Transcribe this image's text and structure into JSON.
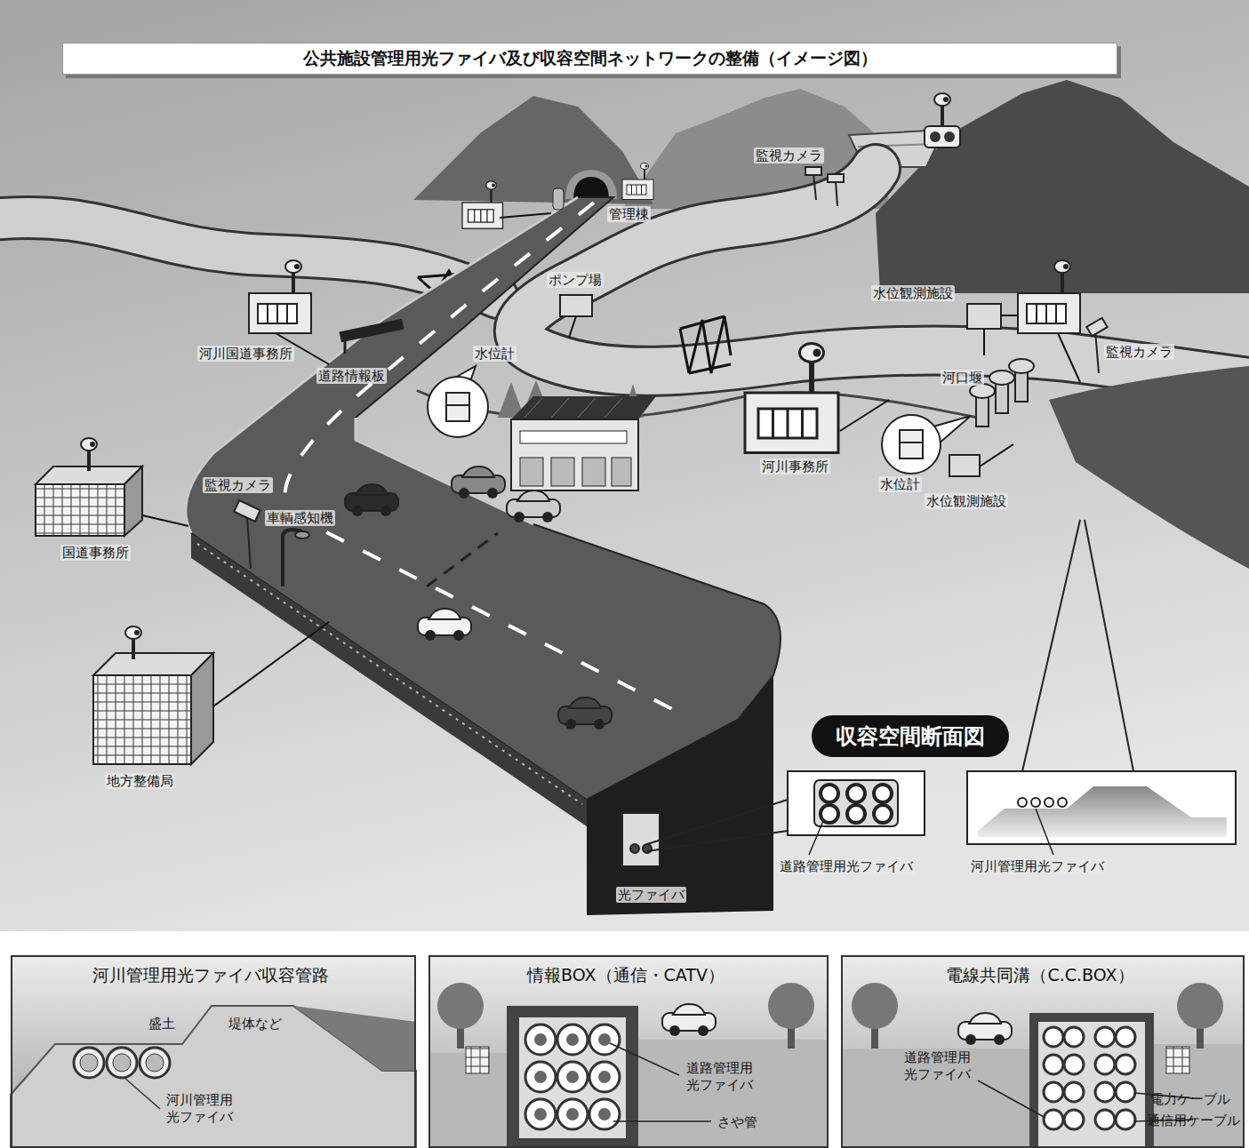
{
  "diagram": {
    "title": "公共施設管理用光ファイバ及び収容空間ネットワークの整備（イメージ図）",
    "nodes": [
      {
        "text": [
          "収容空間断面図"
        ]
      },
      {
        "text": [
          "河川管理用光ファイバ収容管路",
          "盛土",
          "堤体など",
          "河川管理用 光ファイバ"
        ]
      },
      {
        "text": [
          "情報BOX（通信・CATV）",
          "道路管理用 光ファイバ",
          "さや管"
        ]
      },
      {
        "text": [
          "電線共同溝（C.C.BOX）",
          "道路管理用 光ファイバ",
          "電力ケーブル",
          "通信用ケーブル"
        ]
      }
    ],
    "labels": [
      "監視カメラ",
      "管理棟",
      "ポンプ場",
      "水位観測施設",
      "監視カメラ",
      "河川国道事務所",
      "道路情報板",
      "水位計",
      "河口堰",
      "河川事務所",
      "水位計",
      "水位観測施設",
      "国道事務所",
      "監視カメラ",
      "車輌感知機",
      "地方整備局",
      "光ファイバ",
      "道路管理用光ファイバ",
      "河川管理用光ファイバ"
    ]
  }
}
